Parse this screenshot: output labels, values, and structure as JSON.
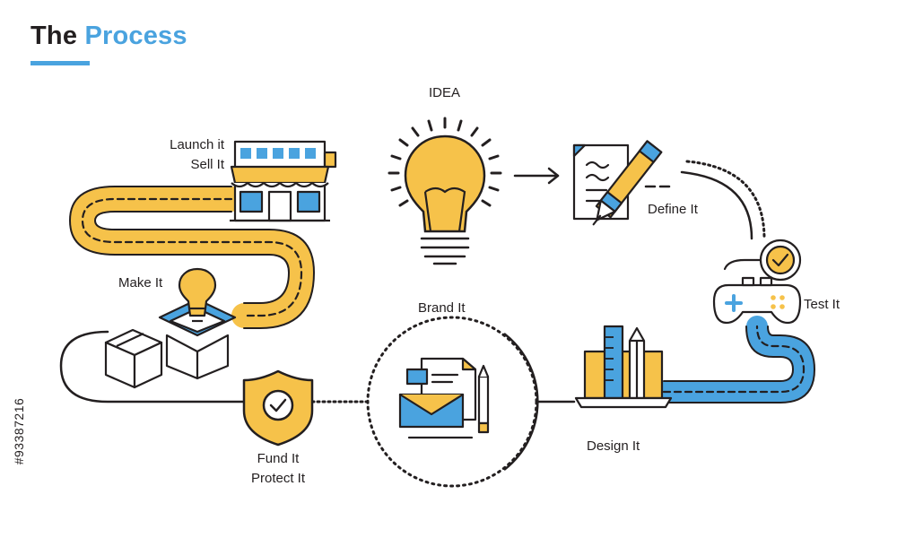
{
  "header": {
    "title_word1": "The",
    "title_word2": "Process"
  },
  "steps": {
    "idea": "IDEA",
    "define": "Define It",
    "test": "Test It",
    "design": "Design It",
    "brand": "Brand It",
    "fund": "Fund It",
    "protect": "Protect It",
    "make": "Make It",
    "launch": "Launch it",
    "sell": "Sell It"
  },
  "stock_id": "#93387216",
  "colors": {
    "outline": "#231f20",
    "yellow": "#f6c24a",
    "blue": "#4aa3df",
    "white": "#ffffff"
  },
  "icons": [
    "store-icon",
    "lightbulb-icon",
    "document-pen-icon",
    "gamepad-icon",
    "checkmark-badge-icon",
    "laptop-ruler-pencil-icon",
    "envelope-icon",
    "shield-check-icon",
    "boxes-icon"
  ]
}
